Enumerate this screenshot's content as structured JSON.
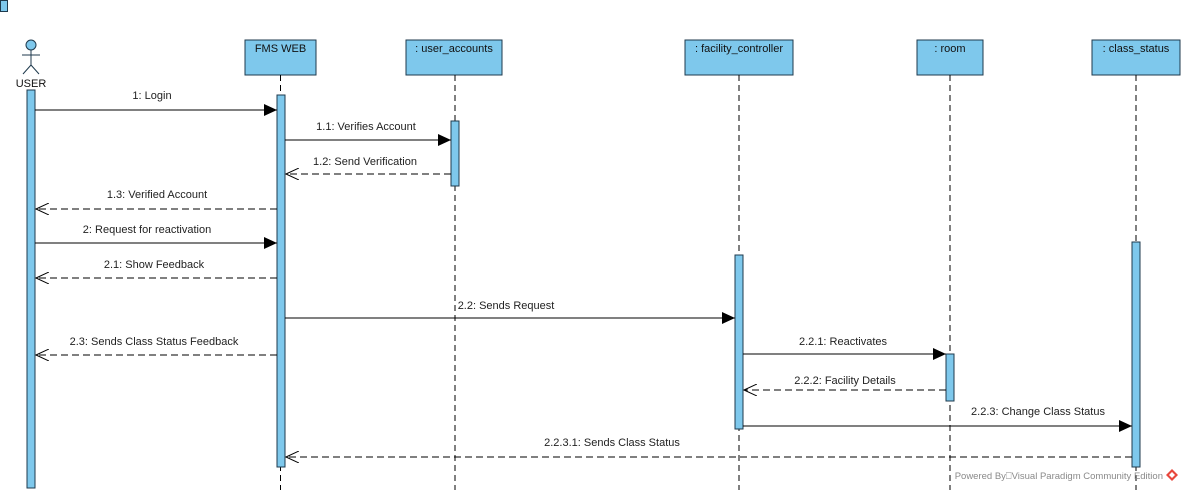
{
  "diagram": {
    "actor": {
      "name": "USER"
    },
    "lifelines": [
      {
        "id": "fms_web",
        "name": "FMS WEB"
      },
      {
        "id": "user_accounts",
        "name": ": user_accounts"
      },
      {
        "id": "facility_controller",
        "name": ": facility_controller"
      },
      {
        "id": "room",
        "name": ": room"
      },
      {
        "id": "class_status",
        "name": ": class_status"
      }
    ],
    "messages": [
      {
        "label": "1: Login",
        "from": "user",
        "to": "fms_web",
        "kind": "sync"
      },
      {
        "label": "1.1: Verifies Account",
        "from": "fms_web",
        "to": "user_accounts",
        "kind": "sync"
      },
      {
        "label": "1.2: Send Verification",
        "from": "user_accounts",
        "to": "fms_web",
        "kind": "return"
      },
      {
        "label": "1.3: Verified Account",
        "from": "fms_web",
        "to": "user",
        "kind": "return"
      },
      {
        "label": "2: Request for reactivation",
        "from": "user",
        "to": "fms_web",
        "kind": "sync"
      },
      {
        "label": "2.1: Show Feedback",
        "from": "fms_web",
        "to": "user",
        "kind": "return"
      },
      {
        "label": "2.2: Sends Request",
        "from": "fms_web",
        "to": "facility_controller",
        "kind": "sync"
      },
      {
        "label": "2.3: Sends Class Status Feedback",
        "from": "fms_web",
        "to": "user",
        "kind": "return"
      },
      {
        "label": "2.2.1: Reactivates",
        "from": "facility_controller",
        "to": "room",
        "kind": "sync"
      },
      {
        "label": "2.2.2: Facility Details",
        "from": "room",
        "to": "facility_controller",
        "kind": "return"
      },
      {
        "label": "2.2.3: Change Class Status",
        "from": "facility_controller",
        "to": "class_status",
        "kind": "sync"
      },
      {
        "label": "2.2.3.1: Sends Class Status",
        "from": "class_status",
        "to": "fms_web",
        "kind": "return"
      }
    ],
    "watermark": "Powered By⎕Visual Paradigm Community Edition",
    "colors": {
      "box_fill": "#7ec8ec",
      "box_stroke": "#1f3a4d",
      "line": "#000000",
      "watermark_logo": "#e8473c"
    }
  }
}
